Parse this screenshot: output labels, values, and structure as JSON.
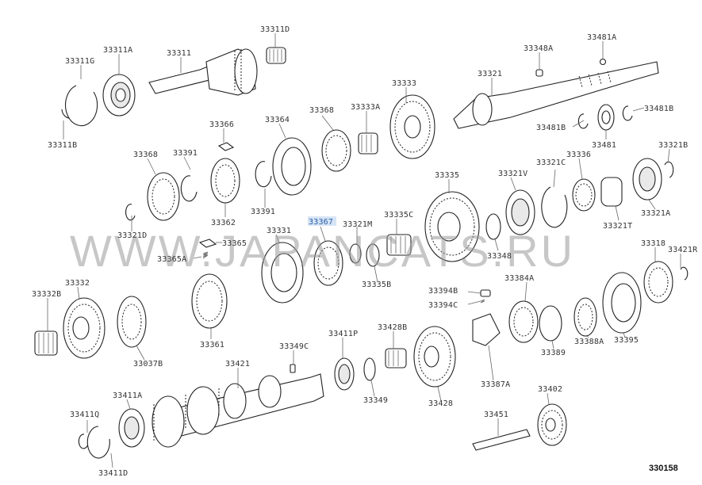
{
  "figure_number": "330158",
  "watermark": "WWW.JAPANCATS.RU",
  "highlight_color": "#2a5fa8",
  "labels": {
    "p33311D": "33311D",
    "p33311A": "33311A",
    "p33311G": "33311G",
    "p33311": "33311",
    "p33311B": "33311B",
    "p33348A": "33348A",
    "p33481A": "33481A",
    "p33321": "33321",
    "p33333": "33333",
    "p33368a": "33368",
    "p33333A": "33333A",
    "p33481Ba": "33481B",
    "p33481Bb": "33481B",
    "p33481": "33481",
    "p33366": "33366",
    "p33364": "33364",
    "p33368b": "33368",
    "p33391a": "33391",
    "p33336": "33336",
    "p33321C": "33321C",
    "p33321B": "33321B",
    "p33335": "33335",
    "p33321V": "33321V",
    "p33362": "33362",
    "p33391b": "33391",
    "p33321D": "33321D",
    "p33321T": "33321T",
    "p33321A": "33321A",
    "p33367": "33367",
    "p33321M": "33321M",
    "p33335C": "33335C",
    "p33331": "33331",
    "p33365": "33365",
    "p33365A": "33365A",
    "p33348": "33348",
    "p33318": "33318",
    "p33421R": "33421R",
    "p33335B": "33335B",
    "p33332": "33332",
    "p33332B": "33332B",
    "p33394B": "33394B",
    "p33394C": "33394C",
    "p33384A": "33384A",
    "p33037B": "33037B",
    "p33361": "33361",
    "p33389": "33389",
    "p33388A": "33388A",
    "p33395": "33395",
    "p33349C": "33349C",
    "p33411P": "33411P",
    "p33428B": "33428B",
    "p33421": "33421",
    "p33349": "33349",
    "p33428": "33428",
    "p33387A": "33387A",
    "p33411A": "33411A",
    "p33411Q": "33411Q",
    "p33411D": "33411D",
    "p33402": "33402",
    "p33451": "33451"
  }
}
